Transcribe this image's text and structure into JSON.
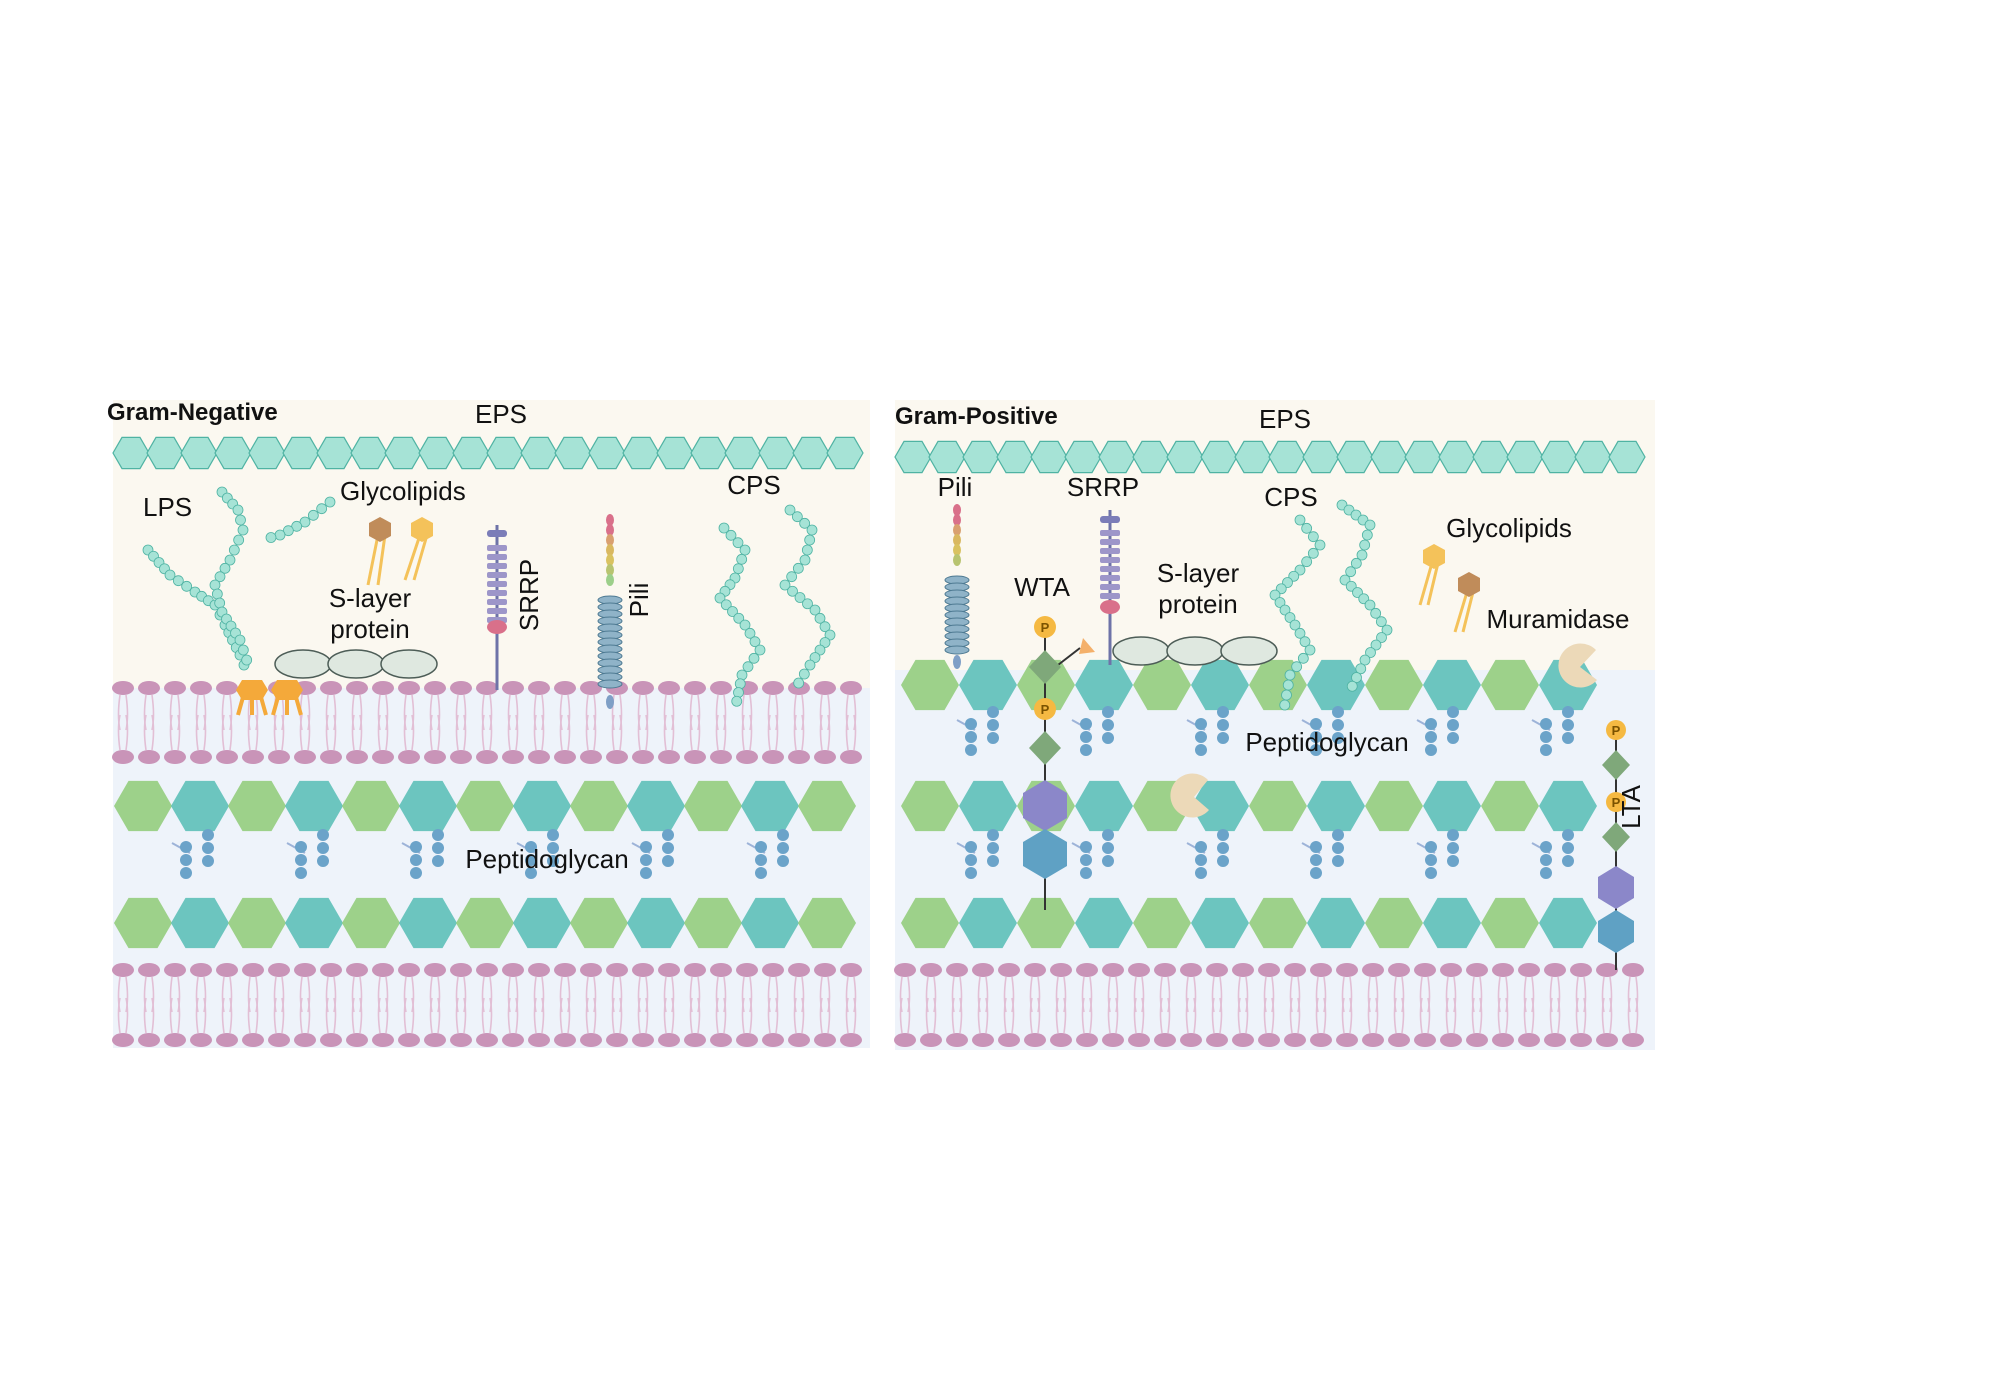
{
  "panels": {
    "negative": {
      "title": "Gram-Negative",
      "eps": "EPS",
      "lps": "LPS",
      "glycolipids": "Glycolipids",
      "slayer_line1": "S-layer",
      "slayer_line2": "protein",
      "srrp": "SRRP",
      "pili": "Pili",
      "cps": "CPS",
      "peptidoglycan": "Peptidoglycan"
    },
    "positive": {
      "title": "Gram-Positive",
      "eps": "EPS",
      "pili": "Pili",
      "srrp": "SRRP",
      "cps": "CPS",
      "glycolipids": "Glycolipids",
      "wta": "WTA",
      "slayer_line1": "S-layer",
      "slayer_line2": "protein",
      "muramidase": "Muramidase",
      "peptidoglycan": "Peptidoglycan",
      "lta": "LTA",
      "phosphate": "P"
    }
  },
  "colors": {
    "eps_hex": "#a6e3d6",
    "eps_stroke": "#4fb3a3",
    "outer_bg": "#fbf8f0",
    "inner_bg": "#eef3fa",
    "lipid_head": "#c994b8",
    "lipid_tail": "#e2bfd5",
    "pg_green": "#9dd18a",
    "pg_teal": "#6cc5bf",
    "peptide_blue": "#6ba3c9",
    "srrp_purple": "#9d96c9",
    "srrp_tip": "#d9708a",
    "phosphate_yellow": "#f5b942",
    "wta_diamond": "#7fa87a",
    "nag_purple": "#8b87c9",
    "nam_blue": "#5fa1c4",
    "muramidase": "#ecd9b8",
    "lps_orange": "#f4a93a",
    "glyco_brown": "#c08c5a"
  },
  "icons": [
    "eps-hexagon",
    "lipid-bilayer",
    "peptidoglycan-hexagon",
    "phosphate-circle",
    "muramidase-pacman"
  ]
}
